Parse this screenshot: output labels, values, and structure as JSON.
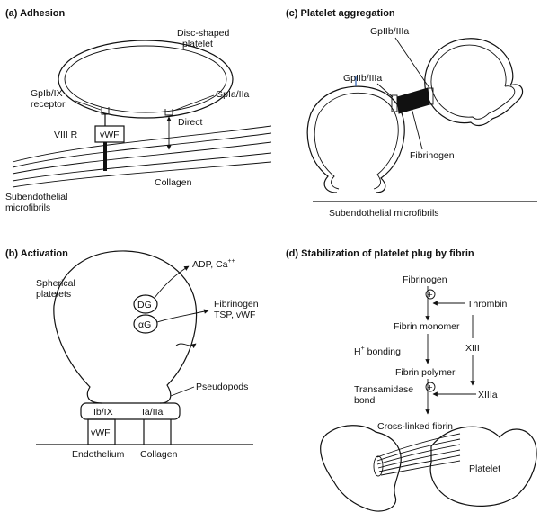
{
  "panels": {
    "a": {
      "title": "(a) Adhesion",
      "disc_label_line1": "Disc-shaped",
      "disc_label_line2": "platelet",
      "gpib_line1": "GpIb/IX",
      "gpib_line2": "receptor",
      "gpia": "GpIa/IIa",
      "viii": "VIII R",
      "vwf": "vWF",
      "direct": "Direct",
      "collagen": "Collagen",
      "sub_line1": "Subendothelial",
      "sub_line2": "microfibrils"
    },
    "b": {
      "title": "(b) Activation",
      "adp": "ADP, Ca",
      "adp_sup": "++",
      "spherical_line1": "Spherical",
      "spherical_line2": "platelets",
      "dg": "DG",
      "ag": "αG",
      "fib_line1": "Fibrinogen",
      "fib_line2": "TSP, vWF",
      "pseudopods": "Pseudopods",
      "ib": "Ib/IX",
      "ia": "Ia/IIa",
      "vwf": "vWF",
      "endothelium": "Endothelium",
      "collagen": "Collagen"
    },
    "c": {
      "title": "(c) Platelet aggregation",
      "gp_top": "GpIIb/IIIa",
      "gp_left": "GpIIb/IIIa",
      "fibrinogen": "Fibrinogen",
      "sub": "Subendothelial microfibrils"
    },
    "d": {
      "title": "(d) Stabilization of platelet plug by fibrin",
      "fibrinogen": "Fibrinogen",
      "thrombin": "Thrombin",
      "monomer": "Fibrin monomer",
      "h_bond_pre": "H",
      "h_bond_sup": "+",
      "h_bond_post": " bonding",
      "xiii": "XIII",
      "polymer": "Fibrin polymer",
      "trans_line1": "Transamidase",
      "trans_line2": "bond",
      "xiiia": "XIIIa",
      "crosslinked": "Cross-linked fibrin",
      "platelet": "Platelet",
      "plus_symbol": "+"
    }
  }
}
